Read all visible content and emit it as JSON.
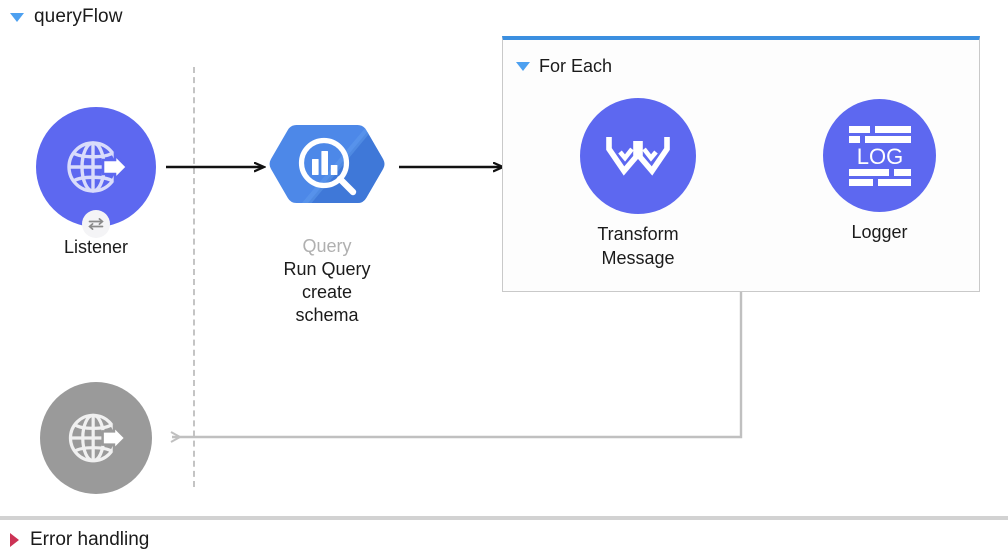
{
  "flow": {
    "title": "queryFlow",
    "toggle_icon": "triangle-down-icon",
    "toggle_color": "#4da0f0"
  },
  "nodes": [
    {
      "id": "listener",
      "label": "Listener",
      "icon": "globe-arrow-icon",
      "badge_icon": "request-response-icon",
      "shape": "circle",
      "color": "#5d68f0",
      "state": "enabled"
    },
    {
      "id": "query",
      "sublabel": "Query",
      "description": "Run Query create\nschema",
      "icon": "bigquery-magnifier-icon",
      "shape": "hexagon",
      "color": "#4285f4",
      "state": "enabled"
    },
    {
      "id": "transform-message",
      "label": "Transform\nMessage",
      "icon": "dataweave-icon",
      "shape": "circle",
      "color": "#5d68f0",
      "state": "enabled"
    },
    {
      "id": "logger",
      "label": "Logger",
      "icon": "log-lines-icon",
      "icon_text": "LOG",
      "shape": "circle",
      "color": "#5d68f0",
      "state": "enabled"
    },
    {
      "id": "listener-response",
      "label": "",
      "icon": "globe-arrow-icon",
      "shape": "circle",
      "color": "#9a9a9a",
      "state": "disabled"
    }
  ],
  "scopes": [
    {
      "id": "for-each",
      "title": "For Each",
      "toggle_icon": "triangle-down-icon",
      "toggle_color": "#4da0f0",
      "accent_color": "#3b8fe0",
      "border_color": "#c9c9c9"
    }
  ],
  "connectors": [
    {
      "id": "listener-to-query",
      "color": "#111111",
      "style": "solid",
      "direction": "right"
    },
    {
      "id": "query-to-foreach",
      "color": "#111111",
      "style": "solid",
      "direction": "right"
    },
    {
      "id": "transform-to-logger",
      "color": "#111111",
      "style": "solid",
      "direction": "right"
    },
    {
      "id": "foreach-to-response",
      "color": "#c0c0c0",
      "style": "solid",
      "direction": "left"
    }
  ],
  "lane_divider": {
    "style": "dashed",
    "color": "#c4c4c4"
  },
  "footer": {
    "error_handling_label": "Error handling",
    "toggle_icon": "triangle-right-icon",
    "toggle_color": "#cc3355",
    "divider_color": "#d2d2d2"
  }
}
